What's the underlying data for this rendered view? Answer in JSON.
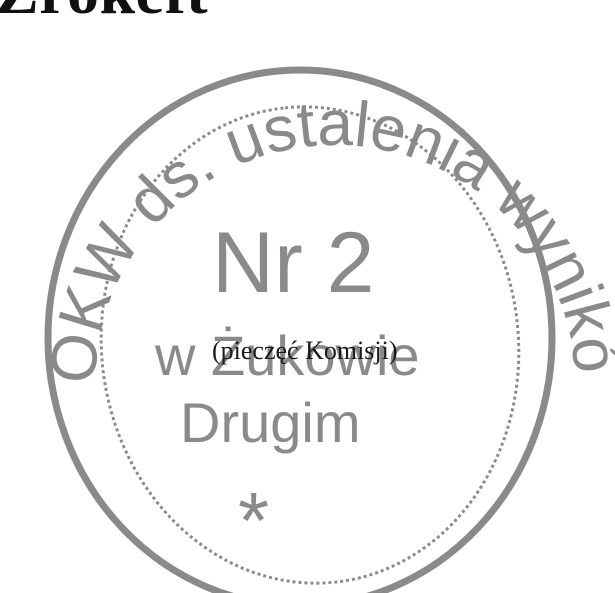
{
  "heading_fragment": "Zrokeft",
  "placeholder_label": "(pieczęć Komisji)",
  "stamp": {
    "ring_text": "OKW ds. ustalenia wyników",
    "center_number": "Nr 2",
    "place_line1": "w Żukowie",
    "place_line2": "Drugim",
    "mark": "*",
    "ink_color": "#8a8a8a"
  }
}
